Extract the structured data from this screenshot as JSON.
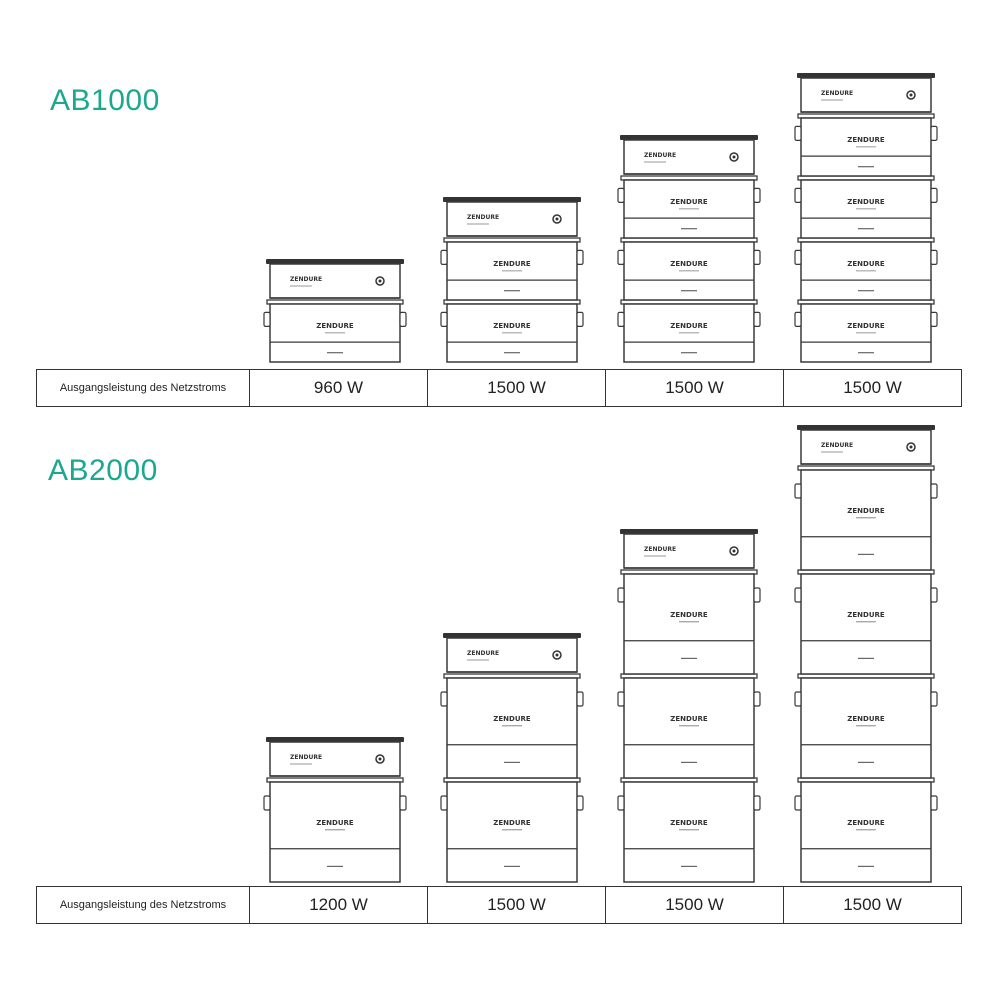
{
  "accent": "#1ba88f",
  "sections": [
    {
      "id": "ab1000",
      "title": "AB1000",
      "row_label": "Ausgangsleistung des Netzstroms",
      "values": [
        "960 W",
        "1500 W",
        "1500 W",
        "1500 W"
      ],
      "battery_modules": [
        1,
        2,
        3,
        4
      ]
    },
    {
      "id": "ab2000",
      "title": "AB2000",
      "row_label": "Ausgangsleistung des Netzstroms",
      "values": [
        "1200 W",
        "1500 W",
        "1500 W",
        "1500 W"
      ],
      "battery_modules": [
        1,
        2,
        3,
        4
      ]
    }
  ],
  "brand": {
    "logo_text": "ZENDURE",
    "logo_icon": "zendure-logo-icon",
    "hub_button_icon": "power-button-icon"
  }
}
